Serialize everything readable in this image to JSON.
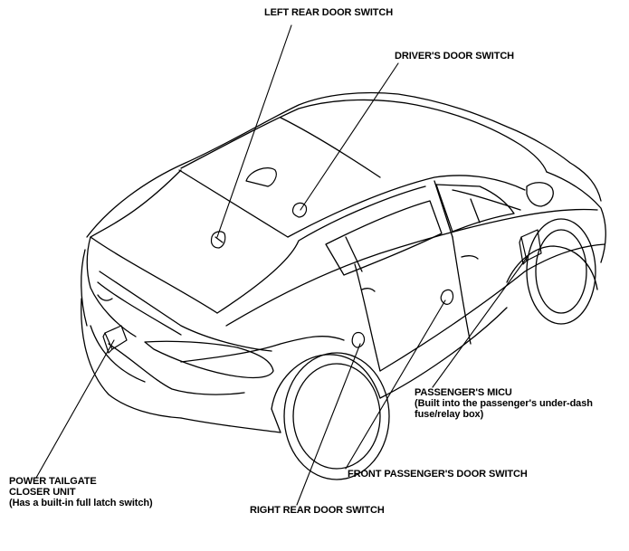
{
  "labels": {
    "left_rear_door_switch": "LEFT REAR DOOR SWITCH",
    "drivers_door_switch": "DRIVER'S DOOR SWITCH",
    "passengers_micu": {
      "title": "PASSENGER'S MICU",
      "line1": "(Built into the passenger's under-dash",
      "line2": "fuse/relay box)"
    },
    "front_passengers_door_switch": "FRONT PASSENGER'S DOOR SWITCH",
    "right_rear_door_switch": "RIGHT REAR DOOR SWITCH",
    "power_tailgate_closer_unit": {
      "line1": "POWER TAILGATE",
      "line2": "CLOSER UNIT",
      "line3": "(Has a built-in full latch switch)"
    }
  },
  "colors": {
    "ink": "#000000",
    "paper": "#ffffff"
  }
}
